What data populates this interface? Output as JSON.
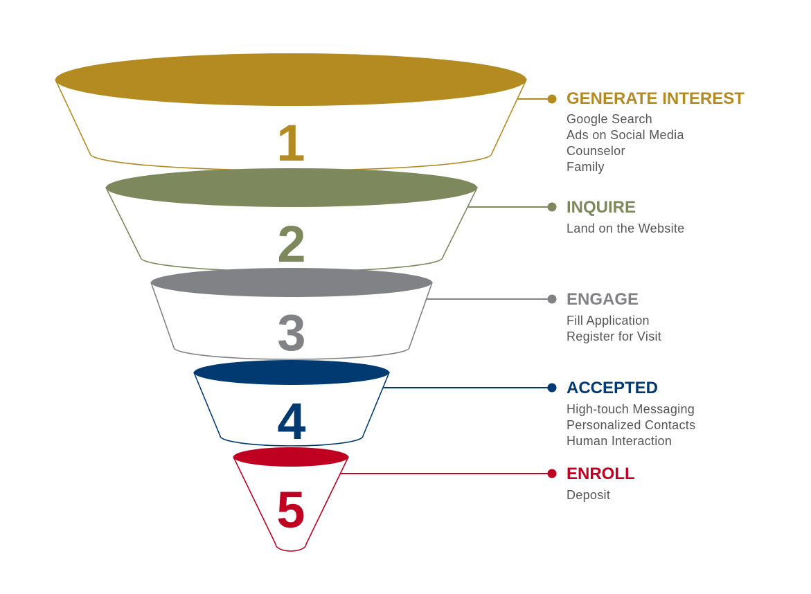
{
  "stages": [
    {
      "number": "1",
      "title": "GENERATE INTEREST",
      "color": "#B38B21",
      "items": [
        "Google Search",
        "Ads on Social Media",
        "Counselor",
        "Family"
      ]
    },
    {
      "number": "2",
      "title": "INQUIRE",
      "color": "#7D885C",
      "items": [
        "Land on the Website"
      ]
    },
    {
      "number": "3",
      "title": "ENGAGE",
      "color": "#808285",
      "items": [
        "Fill Application",
        "Register for Visit"
      ]
    },
    {
      "number": "4",
      "title": "ACCEPTED",
      "color": "#003A70",
      "items": [
        "High-touch Messaging",
        "Personalized Contacts",
        "Human Interaction"
      ]
    },
    {
      "number": "5",
      "title": "ENROLL",
      "color": "#C00020",
      "items": [
        "Deposit"
      ]
    }
  ]
}
